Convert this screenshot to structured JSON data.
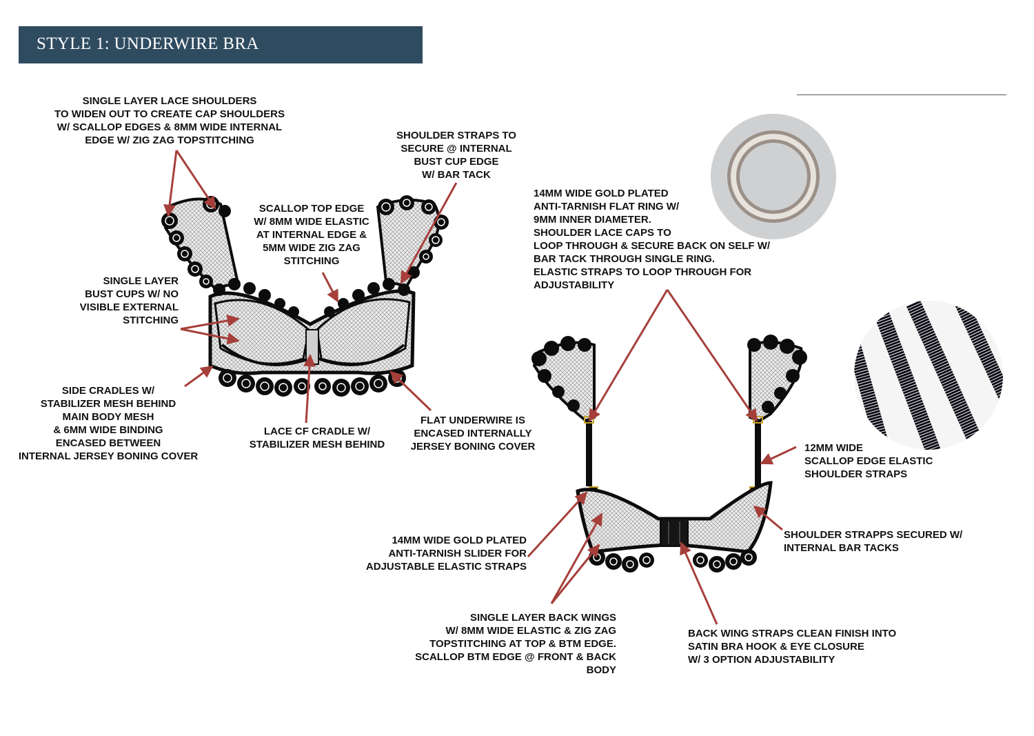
{
  "header": {
    "title": "STYLE 1: UNDERWIRE BRA"
  },
  "colors": {
    "header_bg": "#2f4b60",
    "arrow": "#a63f3a",
    "lace": "#0c0c0c",
    "mesh": "#e6e6e6"
  },
  "callouts": {
    "lace_shoulders": [
      "SINGLE LAYER LACE SHOULDERS",
      "TO WIDEN OUT TO CREATE CAP SHOULDERS",
      "W/ SCALLOP EDGES & 8MM WIDE INTERNAL",
      "EDGE W/ ZIG ZAG TOPSTITCHING"
    ],
    "shoulder_straps_secure": [
      "SHOULDER STRAPS TO",
      "SECURE @ INTERNAL",
      "BUST CUP EDGE",
      "W/ BAR TACK"
    ],
    "scallop_top_edge": [
      "SCALLOP TOP EDGE",
      "W/ 8MM WIDE ELASTIC",
      "AT INTERNAL EDGE &",
      "5MM WIDE ZIG ZAG",
      "STITCHING"
    ],
    "bust_cups": [
      "SINGLE LAYER",
      "BUST CUPS W/ NO",
      "VISIBLE EXTERNAL",
      "STITCHING"
    ],
    "side_cradles": [
      "SIDE CRADLES W/",
      "STABILIZER MESH BEHIND",
      "MAIN BODY MESH",
      "& 6MM WIDE BINDING",
      "ENCASED BETWEEN",
      "INTERNAL JERSEY BONING COVER"
    ],
    "lace_cf_cradle": [
      "LACE CF CRADLE W/",
      "STABILIZER MESH BEHIND"
    ],
    "flat_underwire": [
      "FLAT UNDERWIRE IS",
      "ENCASED INTERNALLY",
      "JERSEY BONING COVER"
    ],
    "flat_ring": [
      "14MM WIDE GOLD PLATED",
      "ANTI-TARNISH FLAT RING W/",
      "9MM INNER DIAMETER.",
      "SHOULDER LACE CAPS TO",
      "LOOP THROUGH & SECURE BACK ON SELF W/",
      "BAR TACK THROUGH SINGLE RING.",
      "ELASTIC STRAPS TO LOOP THROUGH FOR",
      "ADJUSTABILITY"
    ],
    "elastic_straps": [
      "12MM WIDE",
      "SCALLOP EDGE ELASTIC",
      "SHOULDER STRAPS"
    ],
    "straps_bar_tacks": [
      "SHOULDER STRAPPS SECURED W/",
      "INTERNAL BAR TACKS"
    ],
    "slider": [
      "14MM WIDE GOLD PLATED",
      "ANTI-TARNISH SLIDER FOR",
      "ADJUSTABLE ELASTIC STRAPS"
    ],
    "back_wings": [
      "SINGLE LAYER BACK WINGS",
      "W/ 8MM WIDE ELASTIC & ZIG ZAG",
      "TOPSTITCHING AT TOP & BTM EDGE.",
      "SCALLOP BTM EDGE @ FRONT & BACK",
      "BODY"
    ],
    "hook_eye": [
      "BACK WING STRAPS CLEAN FINISH INTO",
      "SATIN BRA HOOK & EYE CLOSURE",
      "W/ 3 OPTION ADJUSTABILITY"
    ]
  }
}
